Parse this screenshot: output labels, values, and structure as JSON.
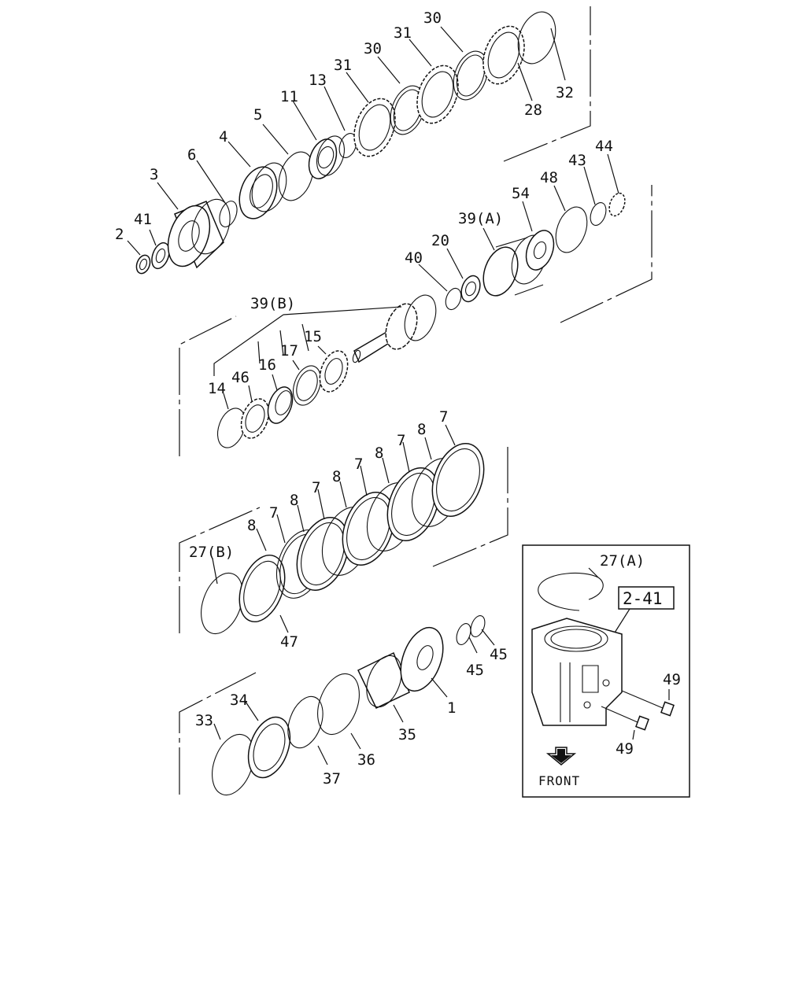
{
  "callouts": [
    {
      "id": "c-30a",
      "text": "30"
    },
    {
      "id": "c-31a",
      "text": "31"
    },
    {
      "id": "c-30b",
      "text": "30"
    },
    {
      "id": "c-31b",
      "text": "31"
    },
    {
      "id": "c-13",
      "text": "13"
    },
    {
      "id": "c-11",
      "text": "11"
    },
    {
      "id": "c-5",
      "text": "5"
    },
    {
      "id": "c-4",
      "text": "4"
    },
    {
      "id": "c-6",
      "text": "6"
    },
    {
      "id": "c-3",
      "text": "3"
    },
    {
      "id": "c-41",
      "text": "41"
    },
    {
      "id": "c-2",
      "text": "2"
    },
    {
      "id": "c-32",
      "text": "32"
    },
    {
      "id": "c-28",
      "text": "28"
    },
    {
      "id": "c-44",
      "text": "44"
    },
    {
      "id": "c-43",
      "text": "43"
    },
    {
      "id": "c-48",
      "text": "48"
    },
    {
      "id": "c-54",
      "text": "54"
    },
    {
      "id": "c-39a",
      "text": "39(A)"
    },
    {
      "id": "c-20",
      "text": "20"
    },
    {
      "id": "c-40",
      "text": "40"
    },
    {
      "id": "c-39b",
      "text": "39(B)"
    },
    {
      "id": "c-15",
      "text": "15"
    },
    {
      "id": "c-17",
      "text": "17"
    },
    {
      "id": "c-16",
      "text": "16"
    },
    {
      "id": "c-46",
      "text": "46"
    },
    {
      "id": "c-14",
      "text": "14"
    },
    {
      "id": "c-7a",
      "text": "7"
    },
    {
      "id": "c-8a",
      "text": "8"
    },
    {
      "id": "c-7b",
      "text": "7"
    },
    {
      "id": "c-8b",
      "text": "8"
    },
    {
      "id": "c-7c",
      "text": "7"
    },
    {
      "id": "c-8c",
      "text": "8"
    },
    {
      "id": "c-7d",
      "text": "7"
    },
    {
      "id": "c-8d",
      "text": "8"
    },
    {
      "id": "c-7e",
      "text": "7"
    },
    {
      "id": "c-8e",
      "text": "8"
    },
    {
      "id": "c-27b",
      "text": "27(B)"
    },
    {
      "id": "c-47",
      "text": "47"
    },
    {
      "id": "c-45a",
      "text": "45"
    },
    {
      "id": "c-45b",
      "text": "45"
    },
    {
      "id": "c-1",
      "text": "1"
    },
    {
      "id": "c-35",
      "text": "35"
    },
    {
      "id": "c-36",
      "text": "36"
    },
    {
      "id": "c-37",
      "text": "37"
    },
    {
      "id": "c-34",
      "text": "34"
    },
    {
      "id": "c-33",
      "text": "33"
    },
    {
      "id": "c-27a",
      "text": "27(A)"
    },
    {
      "id": "c-49a",
      "text": "49"
    },
    {
      "id": "c-49b",
      "text": "49"
    }
  ],
  "inset": {
    "reference_box": "2-41",
    "direction_label": "FRONT"
  }
}
